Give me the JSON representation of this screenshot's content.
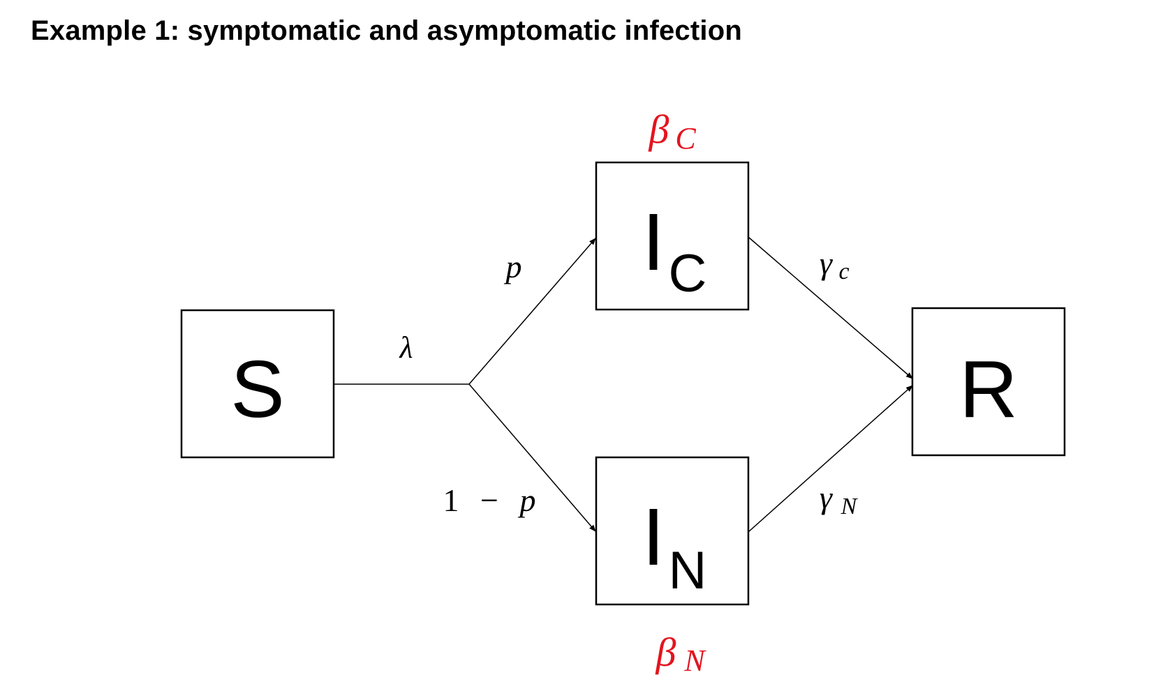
{
  "title": "Example 1: symptomatic and asymptomatic infection",
  "compartments": {
    "S": {
      "main": "S"
    },
    "IC": {
      "main": "I",
      "sub": "C"
    },
    "IN": {
      "main": "I",
      "sub": "N"
    },
    "R": {
      "main": "R"
    }
  },
  "rates": {
    "lambda": "λ",
    "p": "p",
    "one_minus_p": {
      "one": "1",
      "minus": "−",
      "p": "p"
    },
    "gamma_c": {
      "main": "γ",
      "sub": "c"
    },
    "gamma_n": {
      "main": "γ",
      "sub": "N"
    }
  },
  "transmission": {
    "beta_c": {
      "main": "β",
      "sub": "C"
    },
    "beta_n": {
      "main": "β",
      "sub": "N"
    }
  },
  "colors": {
    "transmission": "#e3141e",
    "lines": "#000000"
  }
}
